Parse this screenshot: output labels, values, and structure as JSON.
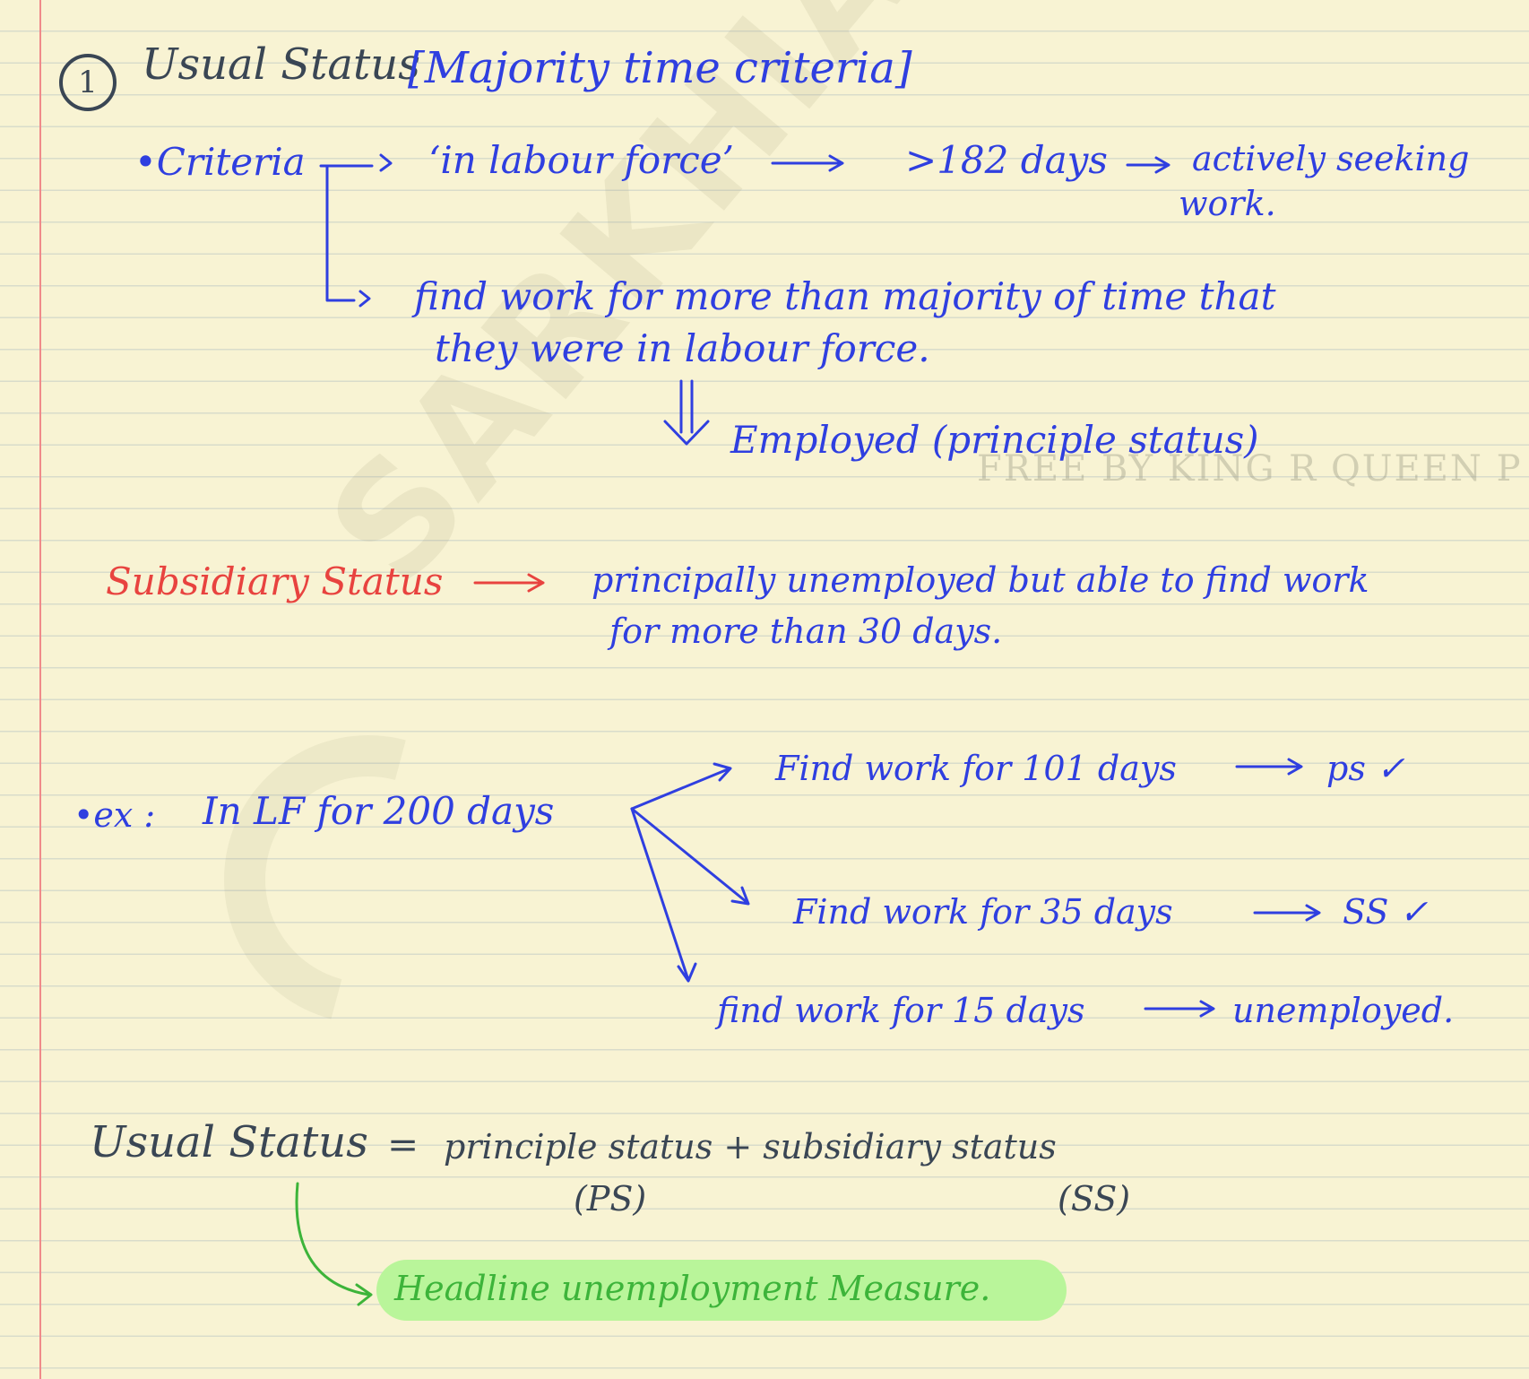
{
  "heading": {
    "number": "1",
    "title": "Usual Status",
    "criteria_bracket": "[Majority time criteria]"
  },
  "criteria": {
    "label": "•Criteria",
    "in_labour_force": "‘in labour force’",
    "days_condition": ">182 days",
    "actively_seeking": "actively seeking",
    "work": "work.",
    "find_work_line1": "find work for more than majority of time that",
    "find_work_line2": "they were in labour force.",
    "employed": "Employed (principle status)"
  },
  "subsidiary": {
    "label": "Subsidiary Status",
    "line1": "principally unemployed but able to find work",
    "line2": "for more than 30 days."
  },
  "example": {
    "label": "•ex :",
    "text": "In LF for 200 days",
    "branch1": "Find work for 101 days",
    "result1": "ps ✓",
    "branch2": "Find work for 35 days",
    "result2": "SS ✓",
    "branch3": "find work for 15 days",
    "result3": "unemployed."
  },
  "formula": {
    "lhs": "Usual Status",
    "equals": "=",
    "rhs": "principle status + subsidiary status",
    "ps_abbrev": "(PS)",
    "ss_abbrev": "(SS)",
    "headline": "Headline unemployment Measure."
  },
  "watermark": {
    "brand": "SARKHIAS",
    "credit": "FREE BY KING R QUEEN P"
  },
  "colors": {
    "paper": "#f8f3d3",
    "ink_blue": "#2f3fe0",
    "ink_dark": "#3a4654",
    "ink_red": "#e8433f",
    "ink_green": "#3db43a",
    "highlight_green": "#b9f59a",
    "margin_red": "#f08a8a"
  }
}
